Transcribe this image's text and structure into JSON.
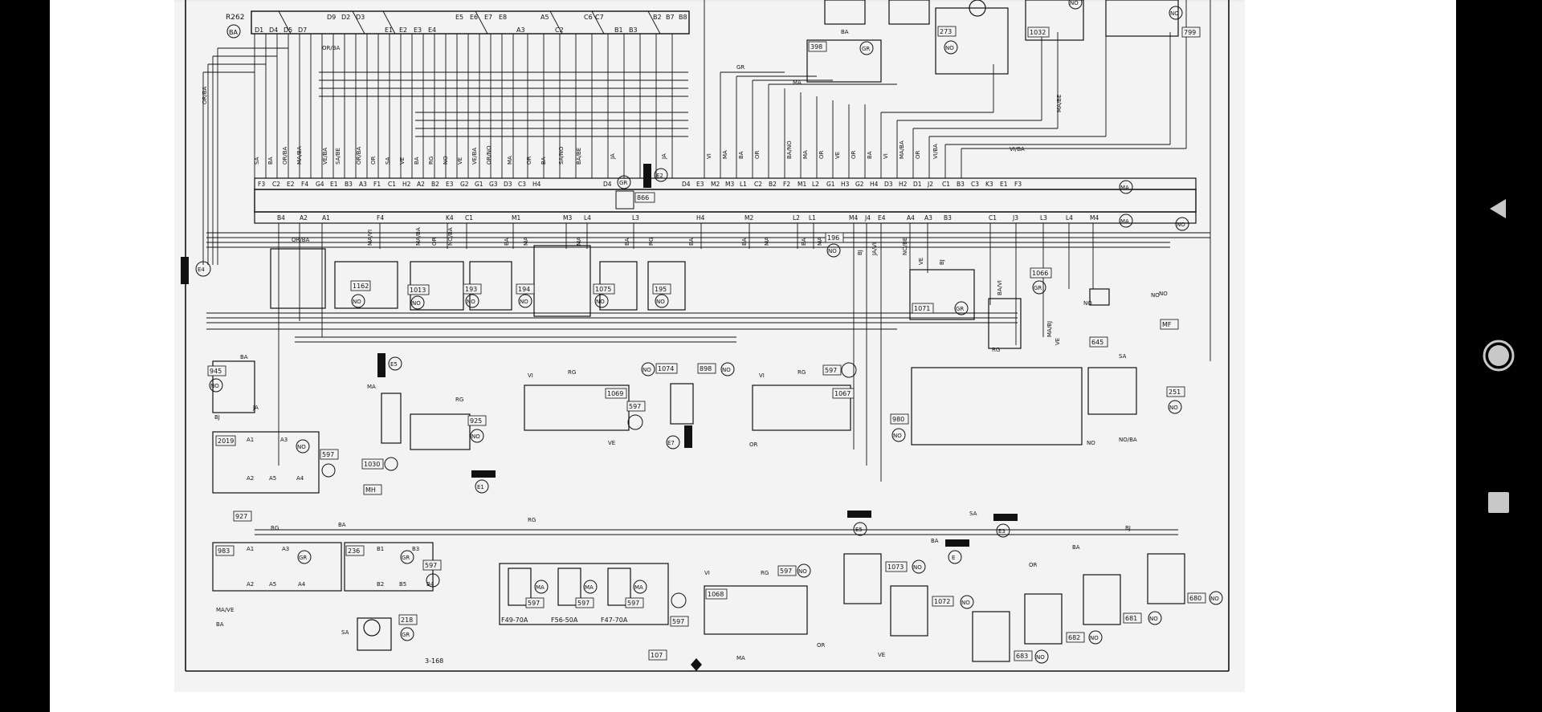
{
  "connectors": {
    "top_left": [
      "R262",
      "BA",
      "D1",
      "D4",
      "D5",
      "D7",
      "D9",
      "D2",
      "D3",
      "E1",
      "E2",
      "E3",
      "E4",
      "E5",
      "E6",
      "E7",
      "E8",
      "A3",
      "A5",
      "C2",
      "C6",
      "C7",
      "B1",
      "B3",
      "B2",
      "B7",
      "B8"
    ],
    "relay_bank_top": [
      "F3",
      "C2",
      "E2",
      "F4",
      "G4",
      "E1",
      "B3",
      "A3",
      "F1",
      "C1",
      "H2",
      "A2",
      "B2",
      "E3",
      "G2",
      "G1",
      "G3",
      "D3",
      "C3",
      "H4",
      "D4"
    ],
    "relay_bank_right_top": [
      "D4",
      "E3",
      "M2",
      "M3",
      "L1",
      "C2",
      "B2",
      "F2",
      "M1",
      "L2",
      "G1",
      "H3",
      "G2",
      "H4",
      "D3",
      "H2",
      "D1",
      "J2",
      "C1",
      "B3",
      "C3",
      "K3",
      "E1",
      "F3"
    ],
    "relay_bank_bottom": [
      "B4",
      "A2",
      "A1",
      "F4",
      "K4",
      "C1",
      "M1",
      "M3",
      "L4",
      "L3",
      "H4",
      "M2",
      "L2",
      "L1",
      "M4",
      "J4",
      "E4",
      "A4",
      "A3",
      "B3"
    ],
    "relay_bank_bottom_right": [
      "C1",
      "J3",
      "L3",
      "L4",
      "M4"
    ]
  },
  "wire_colors": {
    "upper": [
      "SA",
      "BA",
      "OR/BA",
      "MA/BA",
      "VE/BA",
      "SA/BE",
      "OR/BA",
      "OR",
      "SA",
      "VE",
      "BA",
      "RG",
      "NO",
      "VE",
      "VE/BA",
      "OR/NO",
      "MA",
      "OR",
      "BA",
      "SA/NO",
      "BA/BE",
      "GR",
      "JA"
    ],
    "upper_right": [
      "VI",
      "MA",
      "BA",
      "OR",
      "BA/NO",
      "MA",
      "OR",
      "VE",
      "OR",
      "BA",
      "VI",
      "MA/BA",
      "OR",
      "VI/BA"
    ],
    "mid": [
      "MA/VI",
      "MA/BA",
      "OR",
      "NO/BA",
      "BA",
      "MA",
      "MA",
      "BA",
      "RG",
      "BA",
      "BA",
      "MA",
      "BA",
      "MA",
      "BJ",
      "JA/VI",
      "NO/BE",
      "VE",
      "BJ",
      "BA/VI",
      "MA/BJ",
      "VE",
      "NO",
      "NO",
      "MA/BE",
      "GR",
      "MA",
      "OR/BA",
      "VI/BA"
    ],
    "lower": [
      "BA",
      "JA",
      "BJ",
      "MA",
      "RG",
      "VI",
      "RG",
      "VI",
      "RG",
      "OR",
      "VE",
      "RG",
      "BA",
      "MA/VE",
      "BA",
      "SA",
      "RG",
      "VI",
      "RG",
      "OR",
      "VE",
      "MA",
      "SA",
      "OR",
      "BA",
      "BJ",
      "BA",
      "NO",
      "NO/BA",
      "SA",
      "NO",
      "RG"
    ]
  },
  "components": {
    "c866": "866",
    "c1162": "1162",
    "c1013": "1013",
    "c193": "193",
    "c194": "194",
    "c1075": "1075",
    "c195": "195",
    "c196": "196",
    "c1071": "1071",
    "c1066": "1066",
    "c398": "398",
    "c273": "273",
    "c1032": "1032",
    "c799": "799",
    "c945": "945",
    "c2019": "2019",
    "c927": "927",
    "c983": "983",
    "c236": "236",
    "c218": "218",
    "c1030": "1030",
    "c925": "925",
    "c1069": "1069",
    "c1074": "1074",
    "c898": "898",
    "c1067": "1067",
    "c980": "980",
    "c645": "645",
    "c251": "251",
    "c1068": "1068",
    "c1073": "1073",
    "c1072": "1072",
    "c683": "683",
    "c682": "682",
    "c681": "681",
    "c680": "680",
    "c107": "107",
    "c597": "597",
    "mh": "MH",
    "mf": "MF",
    "ref": "3-168"
  },
  "grounds": {
    "e1": "E1",
    "e2": "E2",
    "e3": "E3",
    "e4": "E4",
    "e5": "E5",
    "e6": "E5",
    "e7": "E7",
    "e8": "E"
  },
  "fuses": [
    "F49-70A",
    "F56-50A",
    "F47-70A"
  ],
  "badges": [
    "NO",
    "GR",
    "MA",
    "BA",
    "OR"
  ],
  "relay_pins": [
    "A1",
    "A3",
    "A2",
    "A5",
    "A4",
    "B1",
    "B3",
    "B2",
    "B5",
    "B4"
  ],
  "colors": {
    "ink": "#111111",
    "paper": "#f3f3f3",
    "gutter": "#ffffff",
    "nav": "#000000",
    "nav_icon": "#c8c8c8"
  },
  "nav": {
    "back_icon": "triangle-left",
    "home_icon": "circle",
    "recent_icon": "square"
  }
}
